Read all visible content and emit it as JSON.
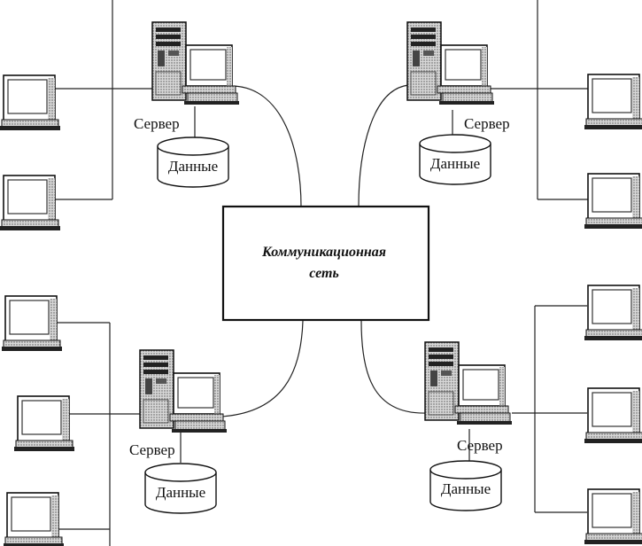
{
  "network": {
    "line1": "Коммуникационная",
    "line2": "сеть"
  },
  "servers": [
    {
      "label": "Сервер",
      "db": "Данные"
    },
    {
      "label": "Сервер",
      "db": "Данные"
    },
    {
      "label": "Сервер",
      "db": "Данные"
    },
    {
      "label": "Сервер",
      "db": "Данные"
    }
  ]
}
